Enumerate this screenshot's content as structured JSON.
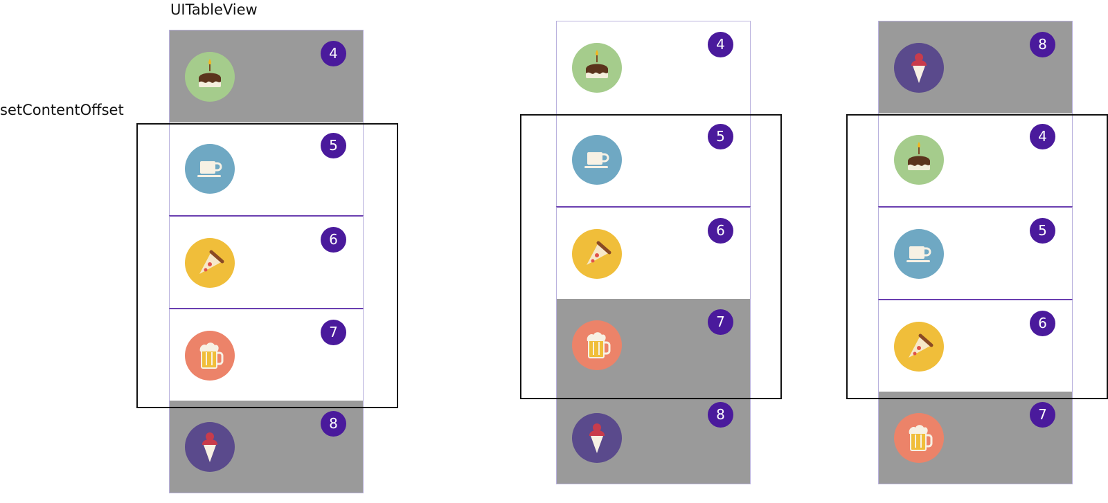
{
  "labels": {
    "table_view": "UITableView",
    "offset": "setContentOffset"
  },
  "colors": {
    "cell_grey": "#9a9a9a",
    "badge": "#4a1a9c",
    "separator": "#6a3fb0",
    "cake": "#a5cc8c",
    "coffee": "#6fa8c3",
    "pizza": "#f0be3a",
    "beer": "#ec8369",
    "icecream": "#5a4a8c"
  },
  "columns": [
    {
      "cells": [
        {
          "icon": "cake-icon",
          "number": "4"
        },
        {
          "icon": "coffee-icon",
          "number": "5"
        },
        {
          "icon": "pizza-icon",
          "number": "6"
        },
        {
          "icon": "beer-icon",
          "number": "7"
        },
        {
          "icon": "ice-cream-icon",
          "number": "8"
        }
      ]
    },
    {
      "cells": [
        {
          "icon": "cake-icon",
          "number": "4"
        },
        {
          "icon": "coffee-icon",
          "number": "5"
        },
        {
          "icon": "pizza-icon",
          "number": "6"
        },
        {
          "icon": "beer-icon",
          "number": "7"
        },
        {
          "icon": "ice-cream-icon",
          "number": "8"
        }
      ]
    },
    {
      "cells": [
        {
          "icon": "ice-cream-icon",
          "number": "8"
        },
        {
          "icon": "cake-icon",
          "number": "4"
        },
        {
          "icon": "coffee-icon",
          "number": "5"
        },
        {
          "icon": "pizza-icon",
          "number": "6"
        },
        {
          "icon": "beer-icon",
          "number": "7"
        }
      ]
    }
  ]
}
